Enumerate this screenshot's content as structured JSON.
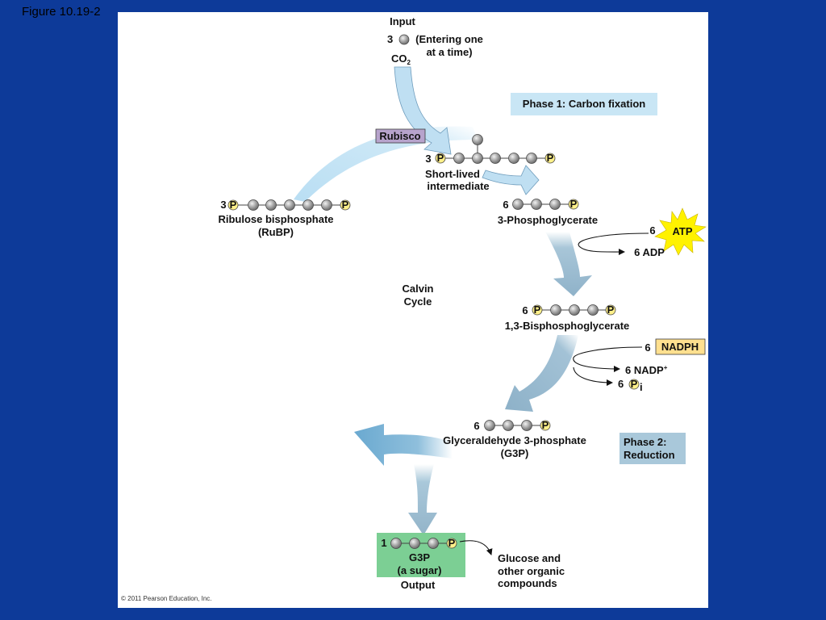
{
  "figure_label": "Figure 10.19-2",
  "copyright": "© 2011 Pearson Education, Inc.",
  "input": {
    "title": "Input",
    "count": "3",
    "note_line1": "(Entering one",
    "note_line2": "at a time)",
    "molecule": "CO",
    "molecule_sub": "2"
  },
  "phase1_label": "Phase 1: Carbon fixation",
  "phase2_label_line1": "Phase 2:",
  "phase2_label_line2": "Reduction",
  "enzyme": "Rubisco",
  "cycle_line1": "Calvin",
  "cycle_line2": "Cycle",
  "phosphate_symbol": "P",
  "intermediate": {
    "count": "3",
    "label_line1": "Short-lived",
    "label_line2": "intermediate"
  },
  "rubp": {
    "count": "3",
    "label_line1": "Ribulose bisphosphate",
    "label_line2": "(RuBP)"
  },
  "pga": {
    "count": "6",
    "label": "3-Phosphoglycerate"
  },
  "bpg": {
    "count": "6",
    "label": "1,3-Bisphosphoglycerate"
  },
  "g3p": {
    "count": "6",
    "label_line1": "Glyceraldehyde 3-phosphate",
    "label_line2": "(G3P)"
  },
  "atp": {
    "count": "6",
    "label": "ATP",
    "adp": "6 ADP"
  },
  "nadph": {
    "count": "6",
    "label": "NADPH",
    "nadp": "6 NADP",
    "nadp_sup": "+",
    "pi_count": "6",
    "pi_sub": "i"
  },
  "output": {
    "count": "1",
    "label_line1": "G3P",
    "label_line2": "(a sugar)",
    "title": "Output"
  },
  "glucose": {
    "line1": "Glucose and",
    "line2": "other organic",
    "line3": "compounds"
  },
  "colors": {
    "background": "#0d3a99",
    "phase1_box": "#c9e6f5",
    "phase2_box": "#a9c8da",
    "rubisco_box": "#b7a3cc",
    "nadph_box": "#ffe08f",
    "atp_burst": "#fff200",
    "output_box": "#7ccf94",
    "carbon": "#9a9a9a",
    "phosphate": "#fff08a"
  }
}
